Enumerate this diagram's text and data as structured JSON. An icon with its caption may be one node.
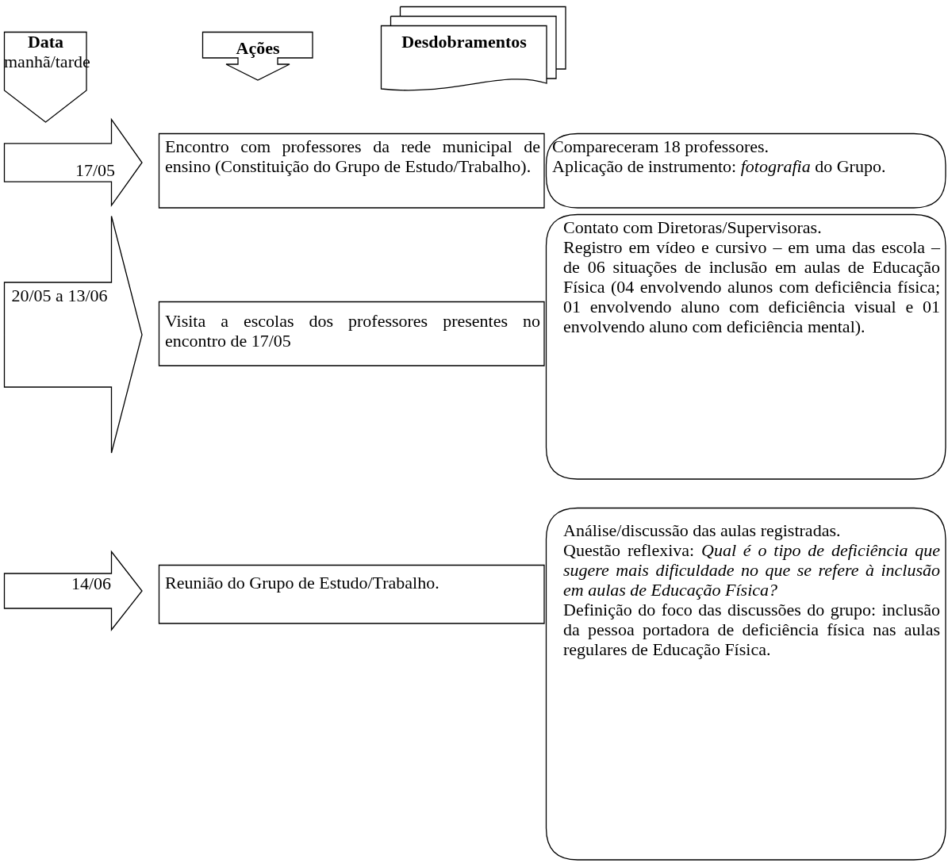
{
  "diagram": {
    "nodes": [
      {
        "text": [
          "Data",
          "manhã/tarde"
        ]
      },
      {
        "text": [
          "Ações"
        ]
      },
      {
        "text": [
          "Desdobramentos"
        ]
      },
      {
        "text": [
          "17/05"
        ]
      },
      {
        "text": [
          "Encontro com professores da rede municipal de ensino (Constituição do Grupo de Estudo/Trabalho)."
        ]
      },
      {
        "text": [
          "Compareceram 18 professores.",
          "Aplicação de instrumento: *fotografia* do Grupo."
        ]
      },
      {
        "text": [
          "20/05 a 13/06"
        ]
      },
      {
        "text": [
          "Visita a escolas dos professores presentes no encontro de 17/05"
        ]
      },
      {
        "text": [
          "Contato com Diretoras/Supervisoras.",
          "Registro em vídeo e cursivo – em uma das escola – de 06 situações de inclusão em aulas de Educação Física (04 envolvendo alunos com deficiência física; 01 envolvendo aluno com deficiência visual e 01 envolvendo aluno com deficiência mental)."
        ]
      },
      {
        "text": [
          "14/06"
        ]
      },
      {
        "text": [
          "Reunião do Grupo de Estudo/Trabalho."
        ]
      },
      {
        "text": [
          "Análise/discussão das aulas registradas.",
          "Questão reflexiva: *Qual é o tipo de deficiência que sugere mais dificuldade no que se refere à inclusão em aulas de Educação Física?*",
          "Definição do foco das discussões do grupo: inclusão da pessoa portadora de deficiência física nas aulas regulares de Educação Física."
        ]
      }
    ]
  }
}
